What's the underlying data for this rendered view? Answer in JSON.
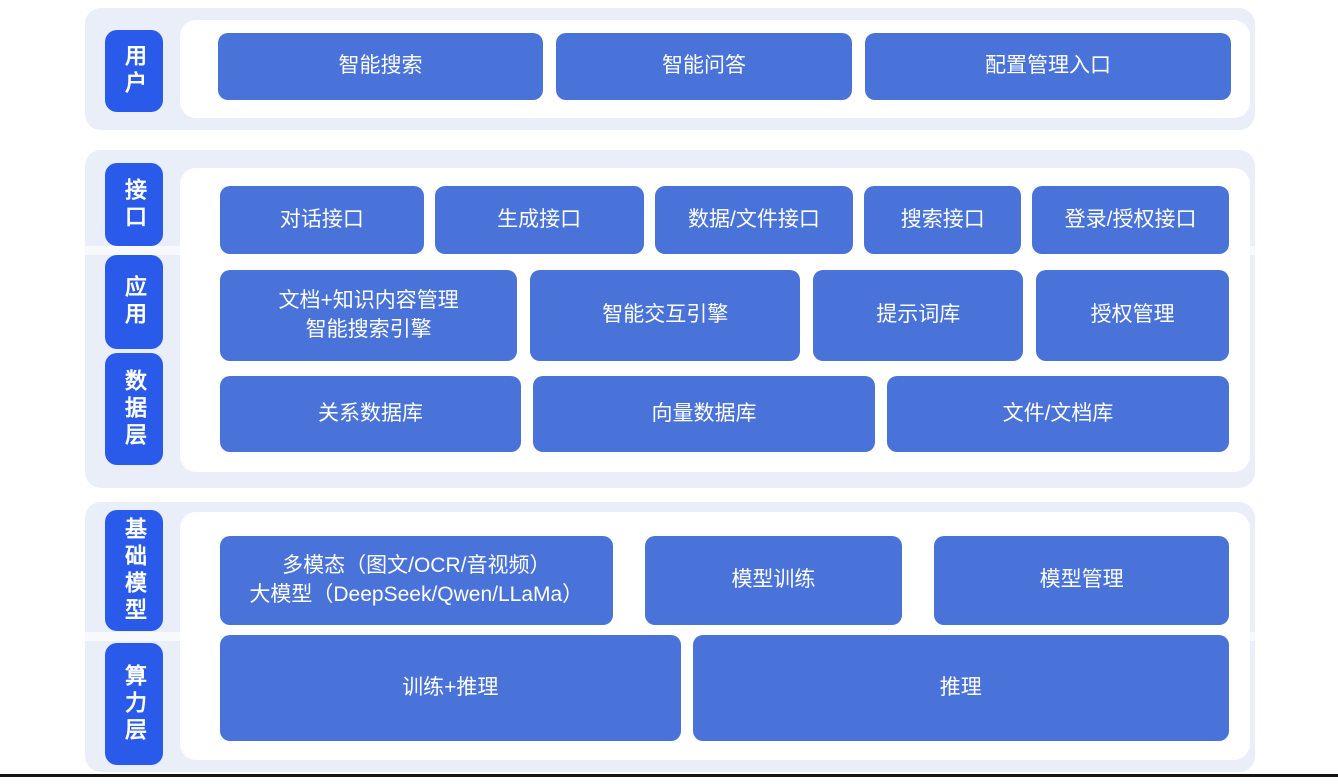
{
  "colors": {
    "layer-label": "#2a5ae9",
    "box": "#4a73d9",
    "section-bg": "#e9eef8",
    "panel-bg": "#ffffff",
    "box-text": "#ffffff",
    "rule": "#141414"
  },
  "sections": [
    {
      "labels": [
        "用户"
      ],
      "rows": [
        [
          "智能搜索",
          "智能问答",
          "配置管理入口"
        ]
      ]
    },
    {
      "labels": [
        "接口",
        "应用",
        "数据层"
      ],
      "rows": [
        [
          "对话接口",
          "生成接口",
          "数据/文件接口",
          "搜索接口",
          "登录/授权接口"
        ],
        [
          "文档+知识内容管理\n智能搜索引擎",
          "智能交互引擎",
          "提示词库",
          "授权管理"
        ],
        [
          "关系数据库",
          "向量数据库",
          "文件/文档库"
        ]
      ]
    },
    {
      "labels": [
        "基础模型",
        "算力层"
      ],
      "rows": [
        [
          "多模态（图文/OCR/音视频）\n大模型（DeepSeek/Qwen/LLaMa）",
          "模型训练",
          "模型管理"
        ],
        [
          "训练+推理",
          "推理"
        ]
      ]
    }
  ]
}
